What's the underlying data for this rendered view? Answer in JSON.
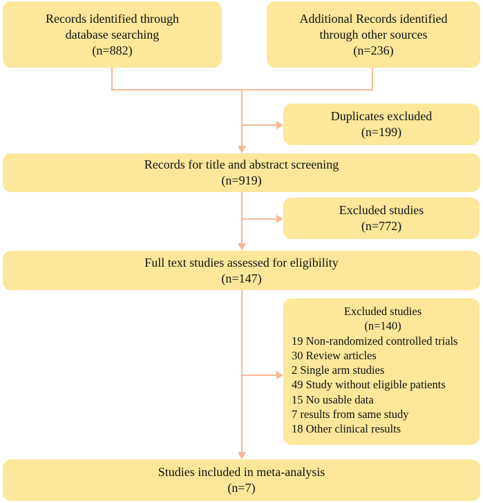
{
  "boxes": {
    "database": {
      "line1": "Records identified through",
      "line2": "database searching",
      "count": "(n=882)"
    },
    "other": {
      "line1": "Additional Records identified",
      "line2": "through other sources",
      "count": "(n=236)"
    },
    "duplicates": {
      "line1": "Duplicates excluded",
      "count": "(n=199)"
    },
    "screening": {
      "line1": "Records for title and abstract screening",
      "count": "(n=919)"
    },
    "excluded1": {
      "line1": "Excluded studies",
      "count": "(n=772)"
    },
    "fulltext": {
      "line1": "Full text studies assessed for eligibility",
      "count": "(n=147)"
    },
    "excluded2": {
      "title": "Excluded studies",
      "count": "(n=140)",
      "reasons": [
        "19 Non-randomized controlled trials",
        "30 Review articles",
        "2 Single arm studies",
        "49 Study without eligible patients",
        "15 No usable data",
        "7 results from same study",
        "18 Other clinical results"
      ]
    },
    "included": {
      "line1": "Studies included in meta-analysis",
      "count": "(n=7)"
    }
  },
  "colors": {
    "box_fill": "#fce79a",
    "connector": "#f5b893"
  }
}
